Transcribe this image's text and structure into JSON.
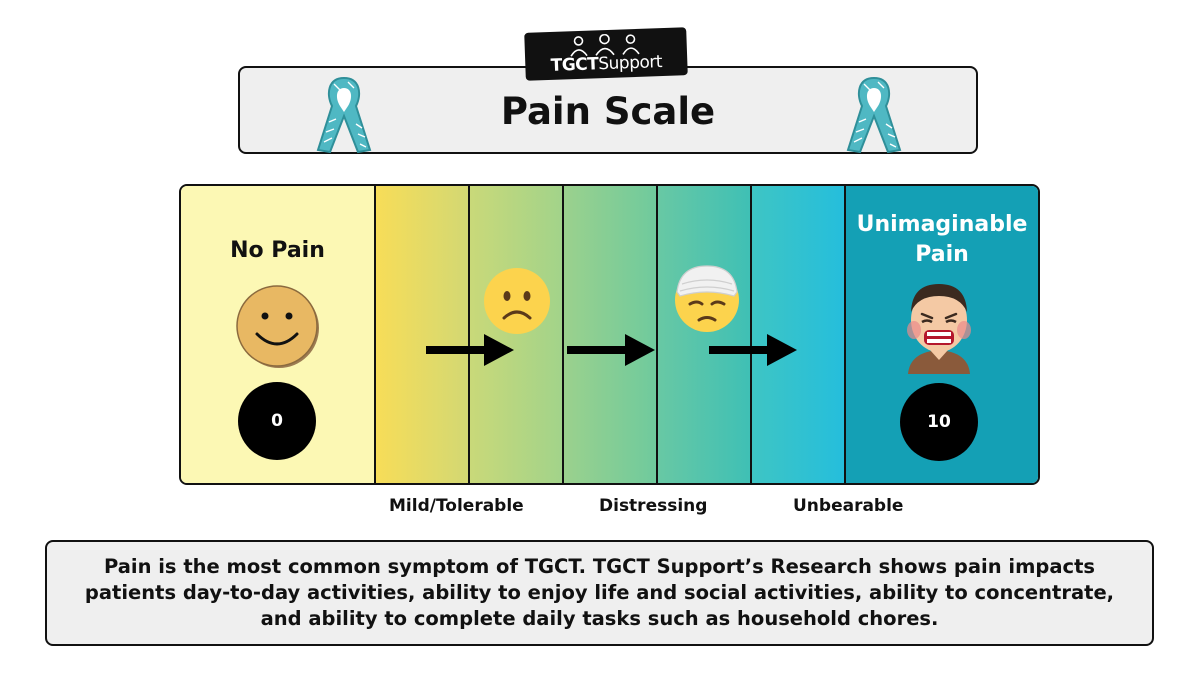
{
  "logo": {
    "brand_bold": "TGCT",
    "brand_thin": "Support"
  },
  "title": "Pain Scale",
  "scale": {
    "low_label": "No Pain",
    "low_value": "0",
    "high_label_line1": "Unimaginable",
    "high_label_line2": "Pain",
    "high_value": "10",
    "bands": [
      "Mild/Tolerable",
      "Distressing",
      "Unbearable"
    ]
  },
  "icons": [
    "ribbon-icon",
    "smiley-face-icon",
    "frowning-face-icon",
    "bandaged-face-icon",
    "crying-person-icon",
    "arrow-right-icon"
  ],
  "colors": {
    "no_pain": "#fcf8b4",
    "mild": "#f7dd58",
    "distressing": "#6fca9d",
    "unbearable": "#25bedc",
    "unimaginable": "#14a0b5",
    "ribbon": "#4fb8c3"
  },
  "description": "Pain is the most common symptom of TGCT. TGCT Support’s Research shows pain impacts patients day-to-day activities, ability to enjoy life and social activities, ability to concentrate, and ability to complete daily tasks such as household chores."
}
